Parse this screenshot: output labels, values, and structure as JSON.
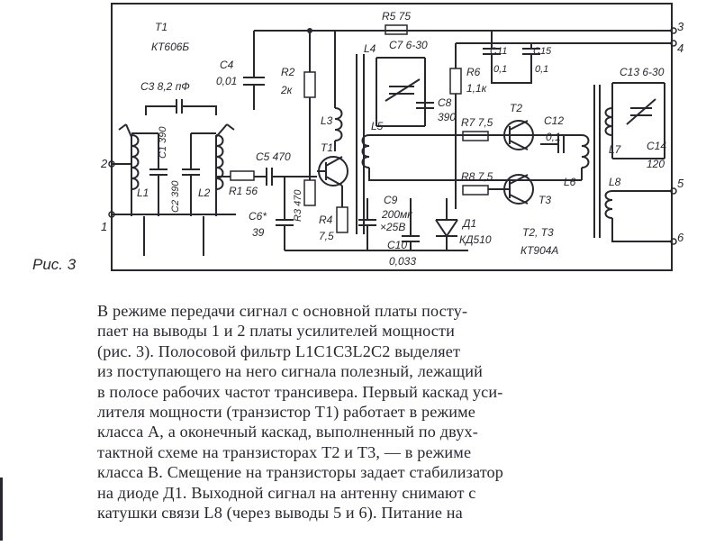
{
  "figure": {
    "caption": "Рис. 3",
    "labels": {
      "t1_ref": "Т1",
      "t1_part": "КТ606Б",
      "r5": "R5 75",
      "term_3": "3",
      "term_4": "4",
      "term_5": "5",
      "term_6": "6",
      "term_1": "1",
      "term_2": "2",
      "c4": "С4",
      "c4_val": "0,01",
      "r2": "R2",
      "r2_val": "2к",
      "l4": "L4",
      "c7": "С7 6-30",
      "c11": "С11",
      "c11_val": "0,1",
      "c15": "С15",
      "c15_val": "0,1",
      "r6": "R6",
      "r6_val": "1,1к",
      "c13": "С13 6-30",
      "c3": "С3 8,2 пФ",
      "l3": "L3",
      "c8": "С8",
      "c8_val": "390",
      "r7": "R7 7,5",
      "t2": "Т2",
      "c12": "С12",
      "c12_val": "0,1",
      "l7": "L7",
      "c14": "С14",
      "c14_val": "120",
      "c1": "С1 390",
      "c5": "С5 470",
      "l5": "L5",
      "t1": "Т1",
      "r8": "R8 7,5",
      "l6": "L6",
      "l1": "L1",
      "c2": "С2 390",
      "l2": "L2",
      "r1": "R1 56",
      "r3": "R3 470",
      "t3": "Т3",
      "l8": "L8",
      "c9": "С9",
      "c9_val": "200мк",
      "c9_volt": "×25В",
      "c6": "С6*",
      "c6_val": "39",
      "r4": "R4",
      "r4_val": "7,5",
      "d1": "Д1",
      "d1_part": "КД510",
      "t23": "Т2, Т3",
      "t23_part": "КТ904А",
      "c10": "С10",
      "c10_val": "0,033"
    }
  },
  "text": {
    "lines": [
      "В режиме передачи сигнал с основной платы посту-",
      "пает на выводы 1 и 2 платы  усилителей мощности",
      "(рис.  3).  Полосовой фильтр  L1С1С3L2С2  выделяет",
      "из поступающего на него сигнала полезный, лежащий",
      "в полосе рабочих частот трансивера. Первый каскад уси-",
      "лителя мощности (транзистор Т1) работает в режиме",
      "класса А, а оконечный каскад, выполненный по двух-",
      "тактной схеме на транзисторах Т2 и Т3, — в режиме",
      "класса В. Смещение на транзисторы задает стабилизатор",
      "на диоде Д1. Выходной сигнал на антенну снимают с",
      "катушки связи L8 (через выводы 5 и 6).   Питание на"
    ]
  }
}
